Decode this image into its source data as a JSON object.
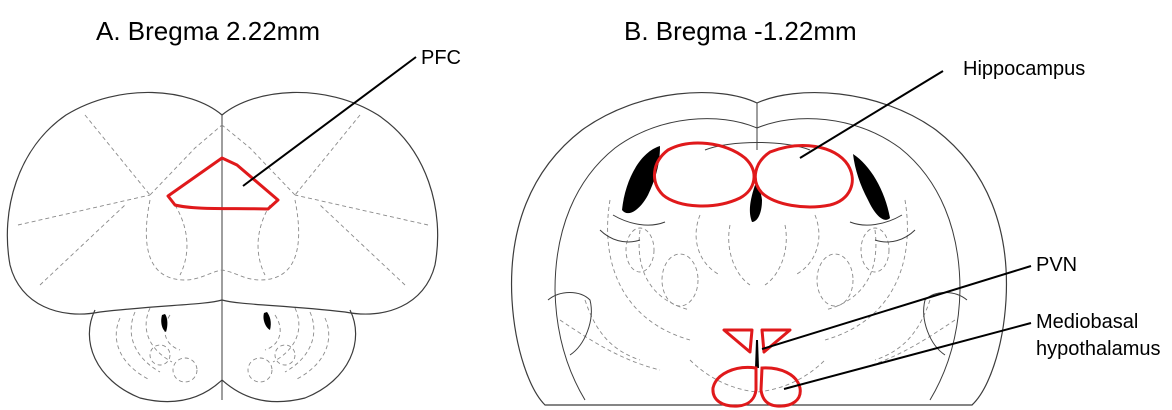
{
  "panels": [
    {
      "title": "A. Bregma 2.22mm"
    },
    {
      "title": "B. Bregma -1.22mm"
    }
  ],
  "labels": {
    "pfc": "PFC",
    "hippocampus": "Hippocampus",
    "pvn": "PVN",
    "mediobasal_line1": "Mediobasal",
    "mediobasal_line2": "hypothalamus"
  },
  "colors": {
    "highlight": "#e0191b",
    "outline": "#3c3c3c",
    "dashed": "#8a8a8a",
    "pointer": "#000000"
  }
}
